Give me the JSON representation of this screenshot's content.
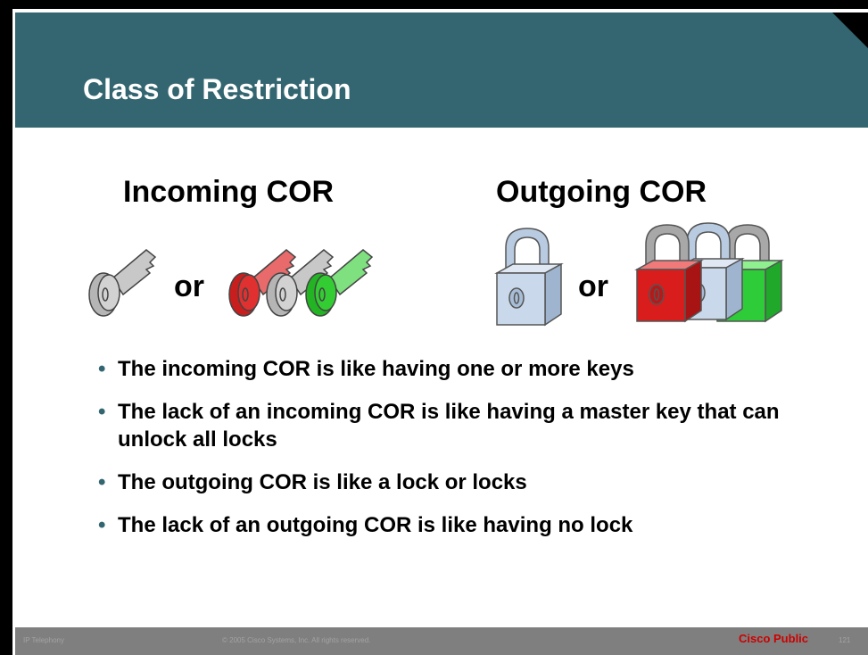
{
  "slide": {
    "title": "Class of Restriction",
    "incoming": {
      "heading": "Incoming COR",
      "or_label": "or"
    },
    "outgoing": {
      "heading": "Outgoing COR",
      "or_label": "or"
    },
    "bullets": [
      "The incoming COR is like having one or more keys",
      "The lack of an incoming COR is like having a master key that can unlock all locks",
      "The outgoing COR is like a lock or locks",
      "The lack of an outgoing COR is like having no lock"
    ],
    "bullet_marker": "•"
  },
  "icons": {
    "single_key": "key-icon",
    "key_group": [
      "red-key-icon",
      "gray-key-icon",
      "green-key-icon"
    ],
    "single_lock": "padlock-icon",
    "lock_group": [
      "red-padlock-icon",
      "blue-padlock-icon",
      "green-padlock-icon"
    ]
  },
  "colors": {
    "header": "#336670",
    "footer": "#7f7f7f",
    "cisco_public": "#cc0000",
    "key_gray": "#c8c8c8",
    "key_red": "#e03030",
    "key_green": "#33cc33",
    "lock_blue": "#c9d8ea",
    "lock_red": "#d91c1c",
    "lock_green": "#2fcc3a"
  },
  "footer": {
    "left": "IP Telephony",
    "copyright": "© 2005 Cisco Systems, Inc. All rights reserved.",
    "public": "Cisco Public",
    "page": "121"
  }
}
